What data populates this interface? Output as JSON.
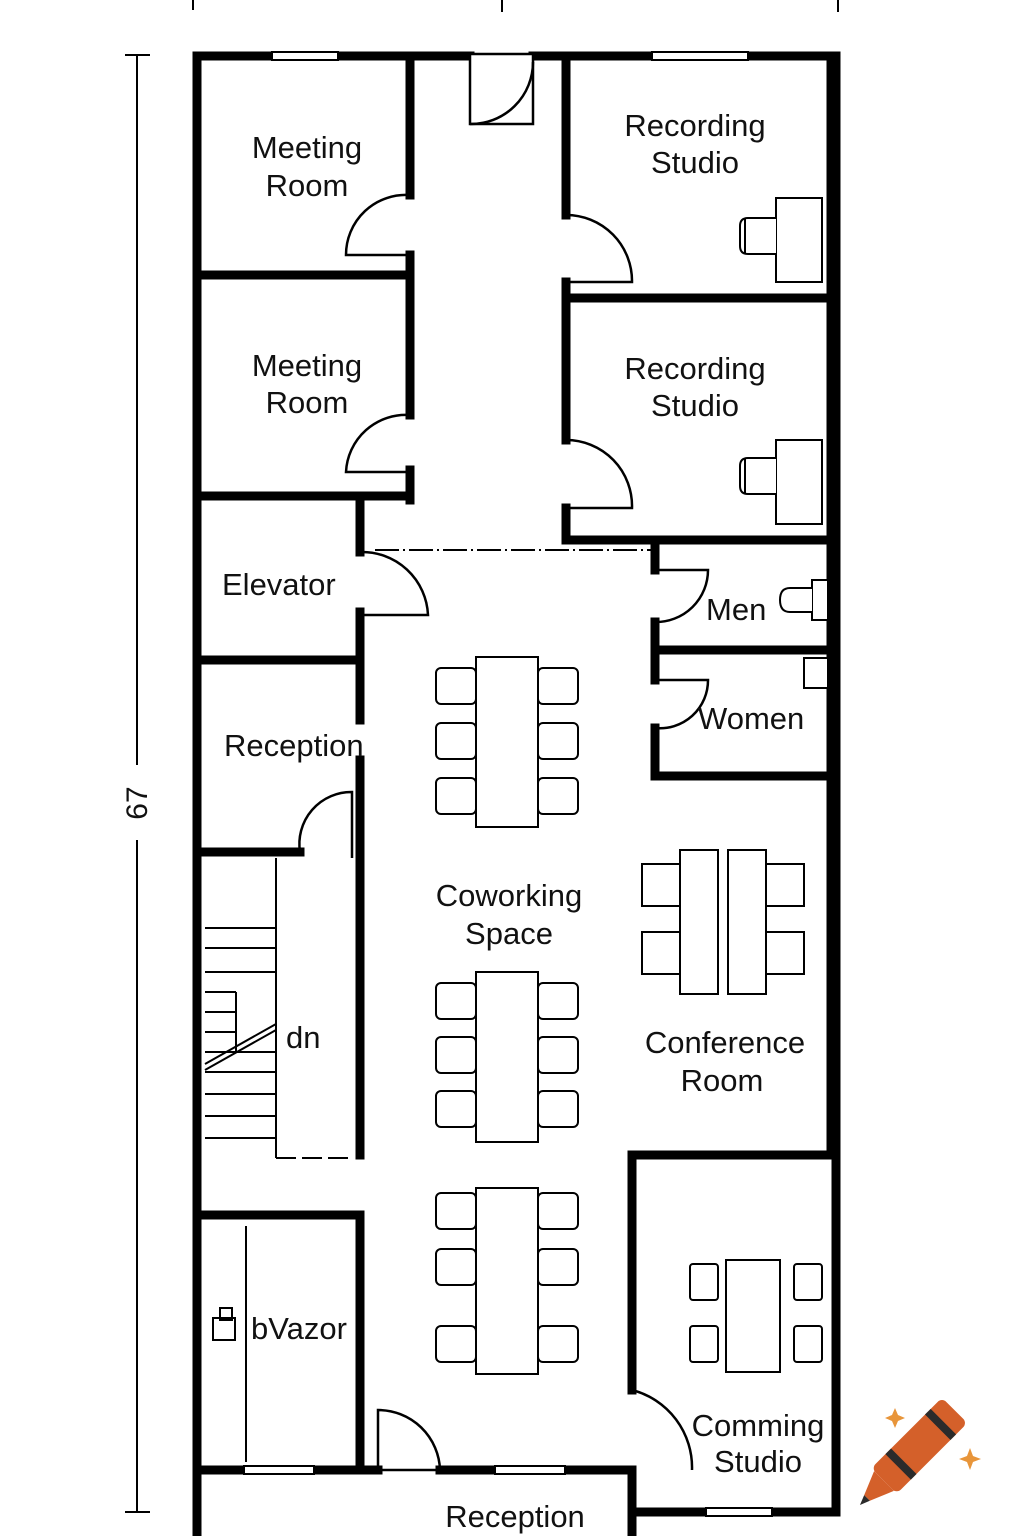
{
  "plan": {
    "dimension_label": "67",
    "rooms": {
      "meeting_room_1": [
        "Meeting",
        "Room"
      ],
      "meeting_room_2": [
        "Meeting",
        "Room"
      ],
      "recording_studio_1": [
        "Recording",
        "Studio"
      ],
      "recording_studio_2": [
        "Recording",
        "Studio"
      ],
      "elevator": "Elevator",
      "men": "Men",
      "women": "Women",
      "reception_side": "Reception",
      "coworking": [
        "Coworking",
        "Space"
      ],
      "conference": [
        "Conference",
        "Room"
      ],
      "stairs": "dn",
      "bvazor": "bVazor",
      "comming_studio": [
        "Comming",
        "Studio"
      ],
      "reception_bottom": "Reception"
    },
    "colors": {
      "wall": "#000000",
      "background": "#ffffff",
      "logo_orange": "#d4602a",
      "logo_dark": "#2b2b2b",
      "logo_spark": "#e8953a"
    },
    "logo": "crayon-icon"
  }
}
